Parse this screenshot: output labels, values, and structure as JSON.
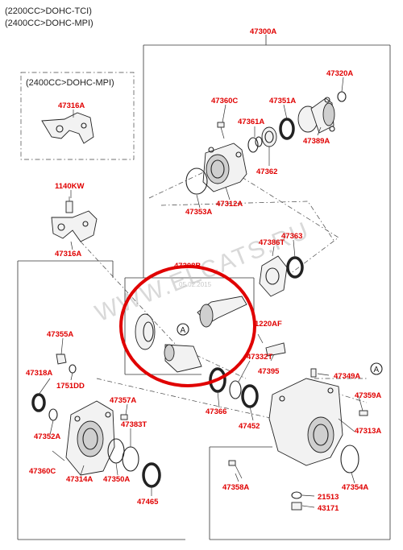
{
  "header": {
    "line1": "(2200CC>DOHC-TCI)",
    "line2": "(2400CC>DOHC-MPI)"
  },
  "subgroup": {
    "label": "(2400CC>DOHC-MPI)"
  },
  "watermark": {
    "text": "WWW.ELCATS.RU",
    "date": "05.02.2015"
  },
  "callout": {
    "letter": "A"
  },
  "parts": {
    "p47300A": "47300A",
    "p47320A": "47320A",
    "p47316A_top": "47316A",
    "p47360C_top": "47360C",
    "p47351A": "47351A",
    "p47361A": "47361A",
    "p47389A": "47389A",
    "p47362": "47362",
    "p47312A": "47312A",
    "p47353A": "47353A",
    "p1140KW": "1140KW",
    "p47316A_bot": "47316A",
    "p47363": "47363",
    "p47386T": "47386T",
    "p47308B": "47308B",
    "p1220AF": "1220AF",
    "p47332T": "47332T",
    "p47395": "47395",
    "p47355A": "47355A",
    "p47318A": "47318A",
    "p1751DD": "1751DD",
    "p47349A": "47349A",
    "p47357A": "47357A",
    "p47359A": "47359A",
    "p47366": "47366",
    "p47452": "47452",
    "p47383T": "47383T",
    "p47313A": "47313A",
    "p47352A": "47352A",
    "p47360C_bot": "47360C",
    "p47314A": "47314A",
    "p47350A": "47350A",
    "p47354A": "47354A",
    "p47358A": "47358A",
    "p21513": "21513",
    "p43171": "43171",
    "p47465": "47465"
  },
  "colors": {
    "label": "#e00000",
    "highlight_circle": "#e00000",
    "line": "#333333",
    "watermark": "#b9b9b9"
  }
}
